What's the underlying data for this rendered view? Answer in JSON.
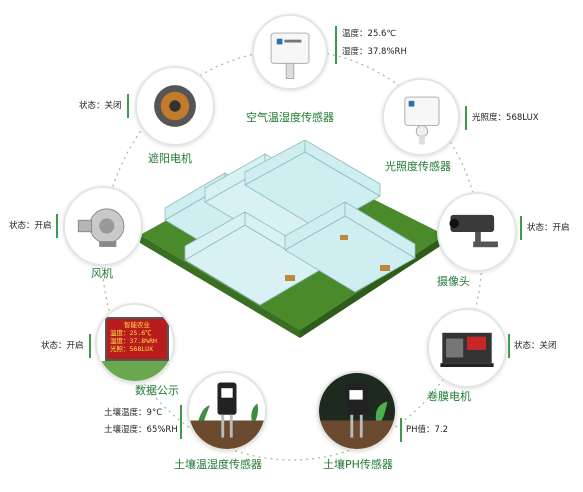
{
  "nodes": {
    "air_sensor": {
      "name": "空气温湿度传感器",
      "lines": [
        {
          "label": "温度",
          "value": "25.6℃"
        },
        {
          "label": "湿度",
          "value": "37.8%RH"
        }
      ]
    },
    "light_sensor": {
      "name": "光照度传感器",
      "lines": [
        {
          "label": "光照度",
          "value": "568LUX"
        }
      ]
    },
    "shade_motor": {
      "name": "遮阳电机",
      "lines": [
        {
          "label": "状态",
          "value": "关闭"
        }
      ]
    },
    "fan": {
      "name": "风机",
      "lines": [
        {
          "label": "状态",
          "value": "开启"
        }
      ]
    },
    "camera": {
      "name": "摄像头",
      "lines": [
        {
          "label": "状态",
          "value": "开启"
        }
      ]
    },
    "display": {
      "name": "数据公示",
      "lines": [
        {
          "label": "状态",
          "value": "开启"
        }
      ],
      "screen_title": "智能农业",
      "screen_lines": [
        "温度：25.6℃",
        "湿度：37.8%RH",
        "光照：568LUX"
      ]
    },
    "roller_motor": {
      "name": "卷膜电机",
      "lines": [
        {
          "label": "状态",
          "value": "关闭"
        }
      ]
    },
    "soil_sensor": {
      "name": "土壤温湿度传感器",
      "lines": [
        {
          "label": "土壤温度",
          "value": "9°C"
        },
        {
          "label": "土壤湿度",
          "value": "65%RH"
        }
      ]
    },
    "ph_sensor": {
      "name": "土壤PH传感器",
      "lines": [
        {
          "label": "PH值",
          "value": "7.2"
        }
      ]
    }
  },
  "colors": {
    "accent": "#3c9b4c",
    "caption": "#1f7a34",
    "ring": "#8bc48f",
    "ground": "#4a8a2a",
    "glass": "#cfeef0"
  }
}
